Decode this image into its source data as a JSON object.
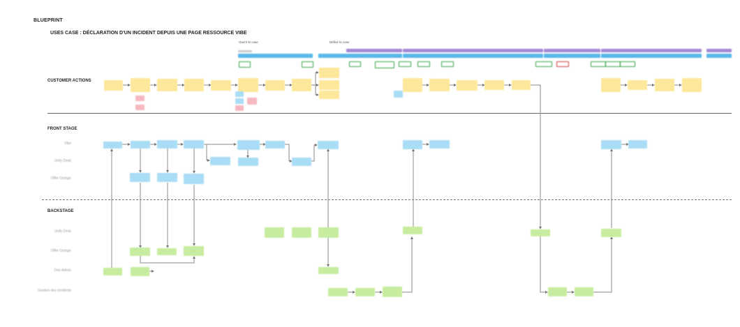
{
  "header": {
    "blueprint": "BLUEPRINT",
    "use_case": "USES CASE :  DÉCLARATION D'UN INCIDENT DEPUIS UNE PAGE RESSOURCE VIBE"
  },
  "phases": {
    "open_case": "Ouvrir le case",
    "define_case": "Définir le case"
  },
  "rows": {
    "customer_actions": "CUSTOMER ACTIONS",
    "front_stage": "FRONT STAGE",
    "backstage": "BACKSTAGE"
  },
  "lanes": {
    "vibe": "Vibe",
    "unify_desk_front": "Unify Desk",
    "offre_orange_front": "Offre Orange",
    "unify_desk_back": "Unify Desk",
    "offre_orange_back": "Offre Orange",
    "one_admin": "One Admin",
    "gestion_incidents": "Gestion des incidents"
  },
  "colors": {
    "customer": "#fde79a",
    "front": "#a9dcf5",
    "back": "#c7ec9f",
    "pain": "#f7b9c1",
    "phase_blue": "#5ab8e8",
    "phase_purple": "#a588d6"
  }
}
